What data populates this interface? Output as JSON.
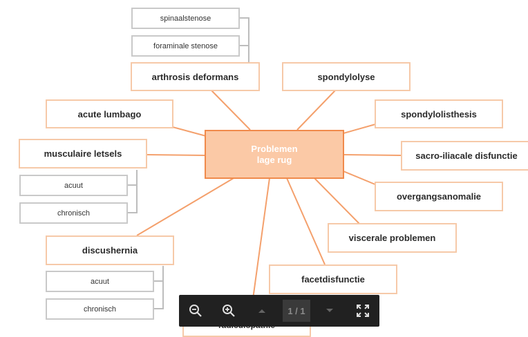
{
  "center": {
    "line1": "Problemen",
    "line2": "lage rug"
  },
  "topics": {
    "arthrosis": "arthrosis deformans",
    "spinaalstenose": "spinaalstenose",
    "foraminale": "foraminale stenose",
    "spondylolyse": "spondylolyse",
    "acute_lumbago": "acute lumbago",
    "spondylolisthesis": "spondylolisthesis",
    "musculaire": "musculaire letsels",
    "musc_acuut": "acuut",
    "musc_chronisch": "chronisch",
    "sacro": "sacro-iliacale disfunctie",
    "overgang": "overgangsanomalie",
    "visceraal": "viscerale problemen",
    "discushernia": "discushernia",
    "disc_acuut": "acuut",
    "disc_chronisch": "chronisch",
    "facet": "facetdisfunctie",
    "discopathie": "discusdegeneratie met radiculopathie"
  },
  "toolbar": {
    "page_indicator": "1 / 1",
    "icons": {
      "zoom_out": "zoom-out-icon",
      "zoom_in": "zoom-in-icon",
      "prev": "chevron-up-icon",
      "next": "chevron-down-icon",
      "fullscreen": "fullscreen-icon"
    }
  },
  "colors": {
    "center_fill": "#fbc9a6",
    "center_border": "#f08a4b",
    "main_border": "#f6c9a8",
    "sub_border": "#c9c9c9",
    "link_main": "#f4a06c",
    "link_sub": "#bdbdbd",
    "toolbar_bg": "#212121"
  }
}
